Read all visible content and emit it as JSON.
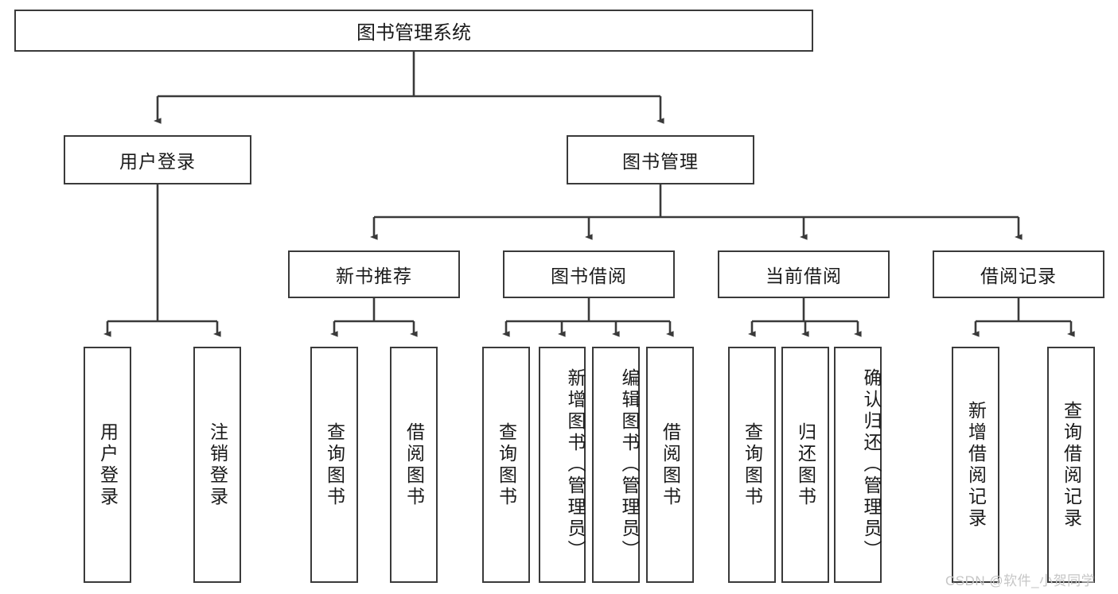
{
  "diagram": {
    "type": "tree",
    "title": "图书管理系统",
    "root": {
      "label": "图书管理系统"
    },
    "level2": [
      {
        "label": "用户登录"
      },
      {
        "label": "图书管理"
      }
    ],
    "level3": [
      {
        "label": "新书推荐"
      },
      {
        "label": "图书借阅"
      },
      {
        "label": "当前借阅"
      },
      {
        "label": "借阅记录"
      }
    ],
    "leaves": {
      "user_login": [
        {
          "label": "用户登录"
        },
        {
          "label": "注销登录"
        }
      ],
      "new_book_recommend": [
        {
          "label": "查询图书"
        },
        {
          "label": "借阅图书"
        }
      ],
      "book_borrow": [
        {
          "label": "查询图书"
        },
        {
          "label": "新增图书（管理员）"
        },
        {
          "label": "编辑图书（管理员）"
        },
        {
          "label": "借阅图书"
        }
      ],
      "current_borrow": [
        {
          "label": "查询图书"
        },
        {
          "label": "归还图书"
        },
        {
          "label": "确认归还（管理员）"
        }
      ],
      "borrow_record": [
        {
          "label": "新增借阅记录"
        },
        {
          "label": "查询借阅记录"
        }
      ]
    }
  },
  "watermark": {
    "text": "CSDN @软件_小贺同学"
  },
  "colors": {
    "stroke": "#3a3a3a",
    "fill": "#ffffff",
    "text": "#1a1a1a",
    "watermark": "#c6c6c6"
  }
}
